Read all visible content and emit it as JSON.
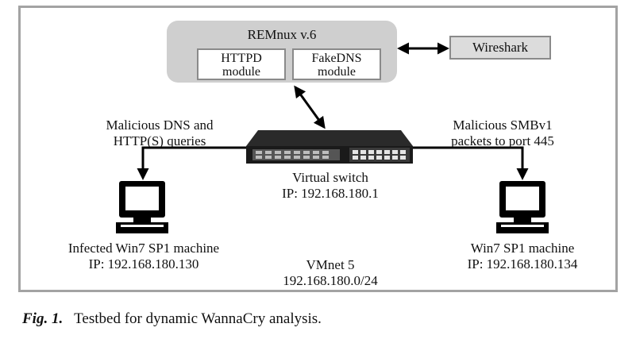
{
  "remnux": {
    "title": "REMnux v.6",
    "modules": [
      {
        "line1": "HTTPD",
        "line2": "module"
      },
      {
        "line1": "FakeDNS",
        "line2": "module"
      }
    ]
  },
  "wireshark": {
    "label": "Wireshark"
  },
  "left_query": {
    "line1": "Malicious DNS and",
    "line2": "HTTP(S) queries"
  },
  "right_packets": {
    "line1": "Malicious SMBv1",
    "line2": "packets to port 445"
  },
  "switch": {
    "line1": "Virtual switch",
    "line2": "IP: 192.168.180.1"
  },
  "left_machine": {
    "line1": "Infected Win7 SP1 machine",
    "line2": "IP: 192.168.180.130"
  },
  "right_machine": {
    "line1": "Win7 SP1 machine",
    "line2": "IP: 192.168.180.134"
  },
  "network": {
    "line1": "VMnet 5",
    "line2": "192.168.180.0/24"
  },
  "caption": {
    "fig": "Fig. 1.",
    "text": "Testbed for dynamic WannaCry analysis."
  }
}
